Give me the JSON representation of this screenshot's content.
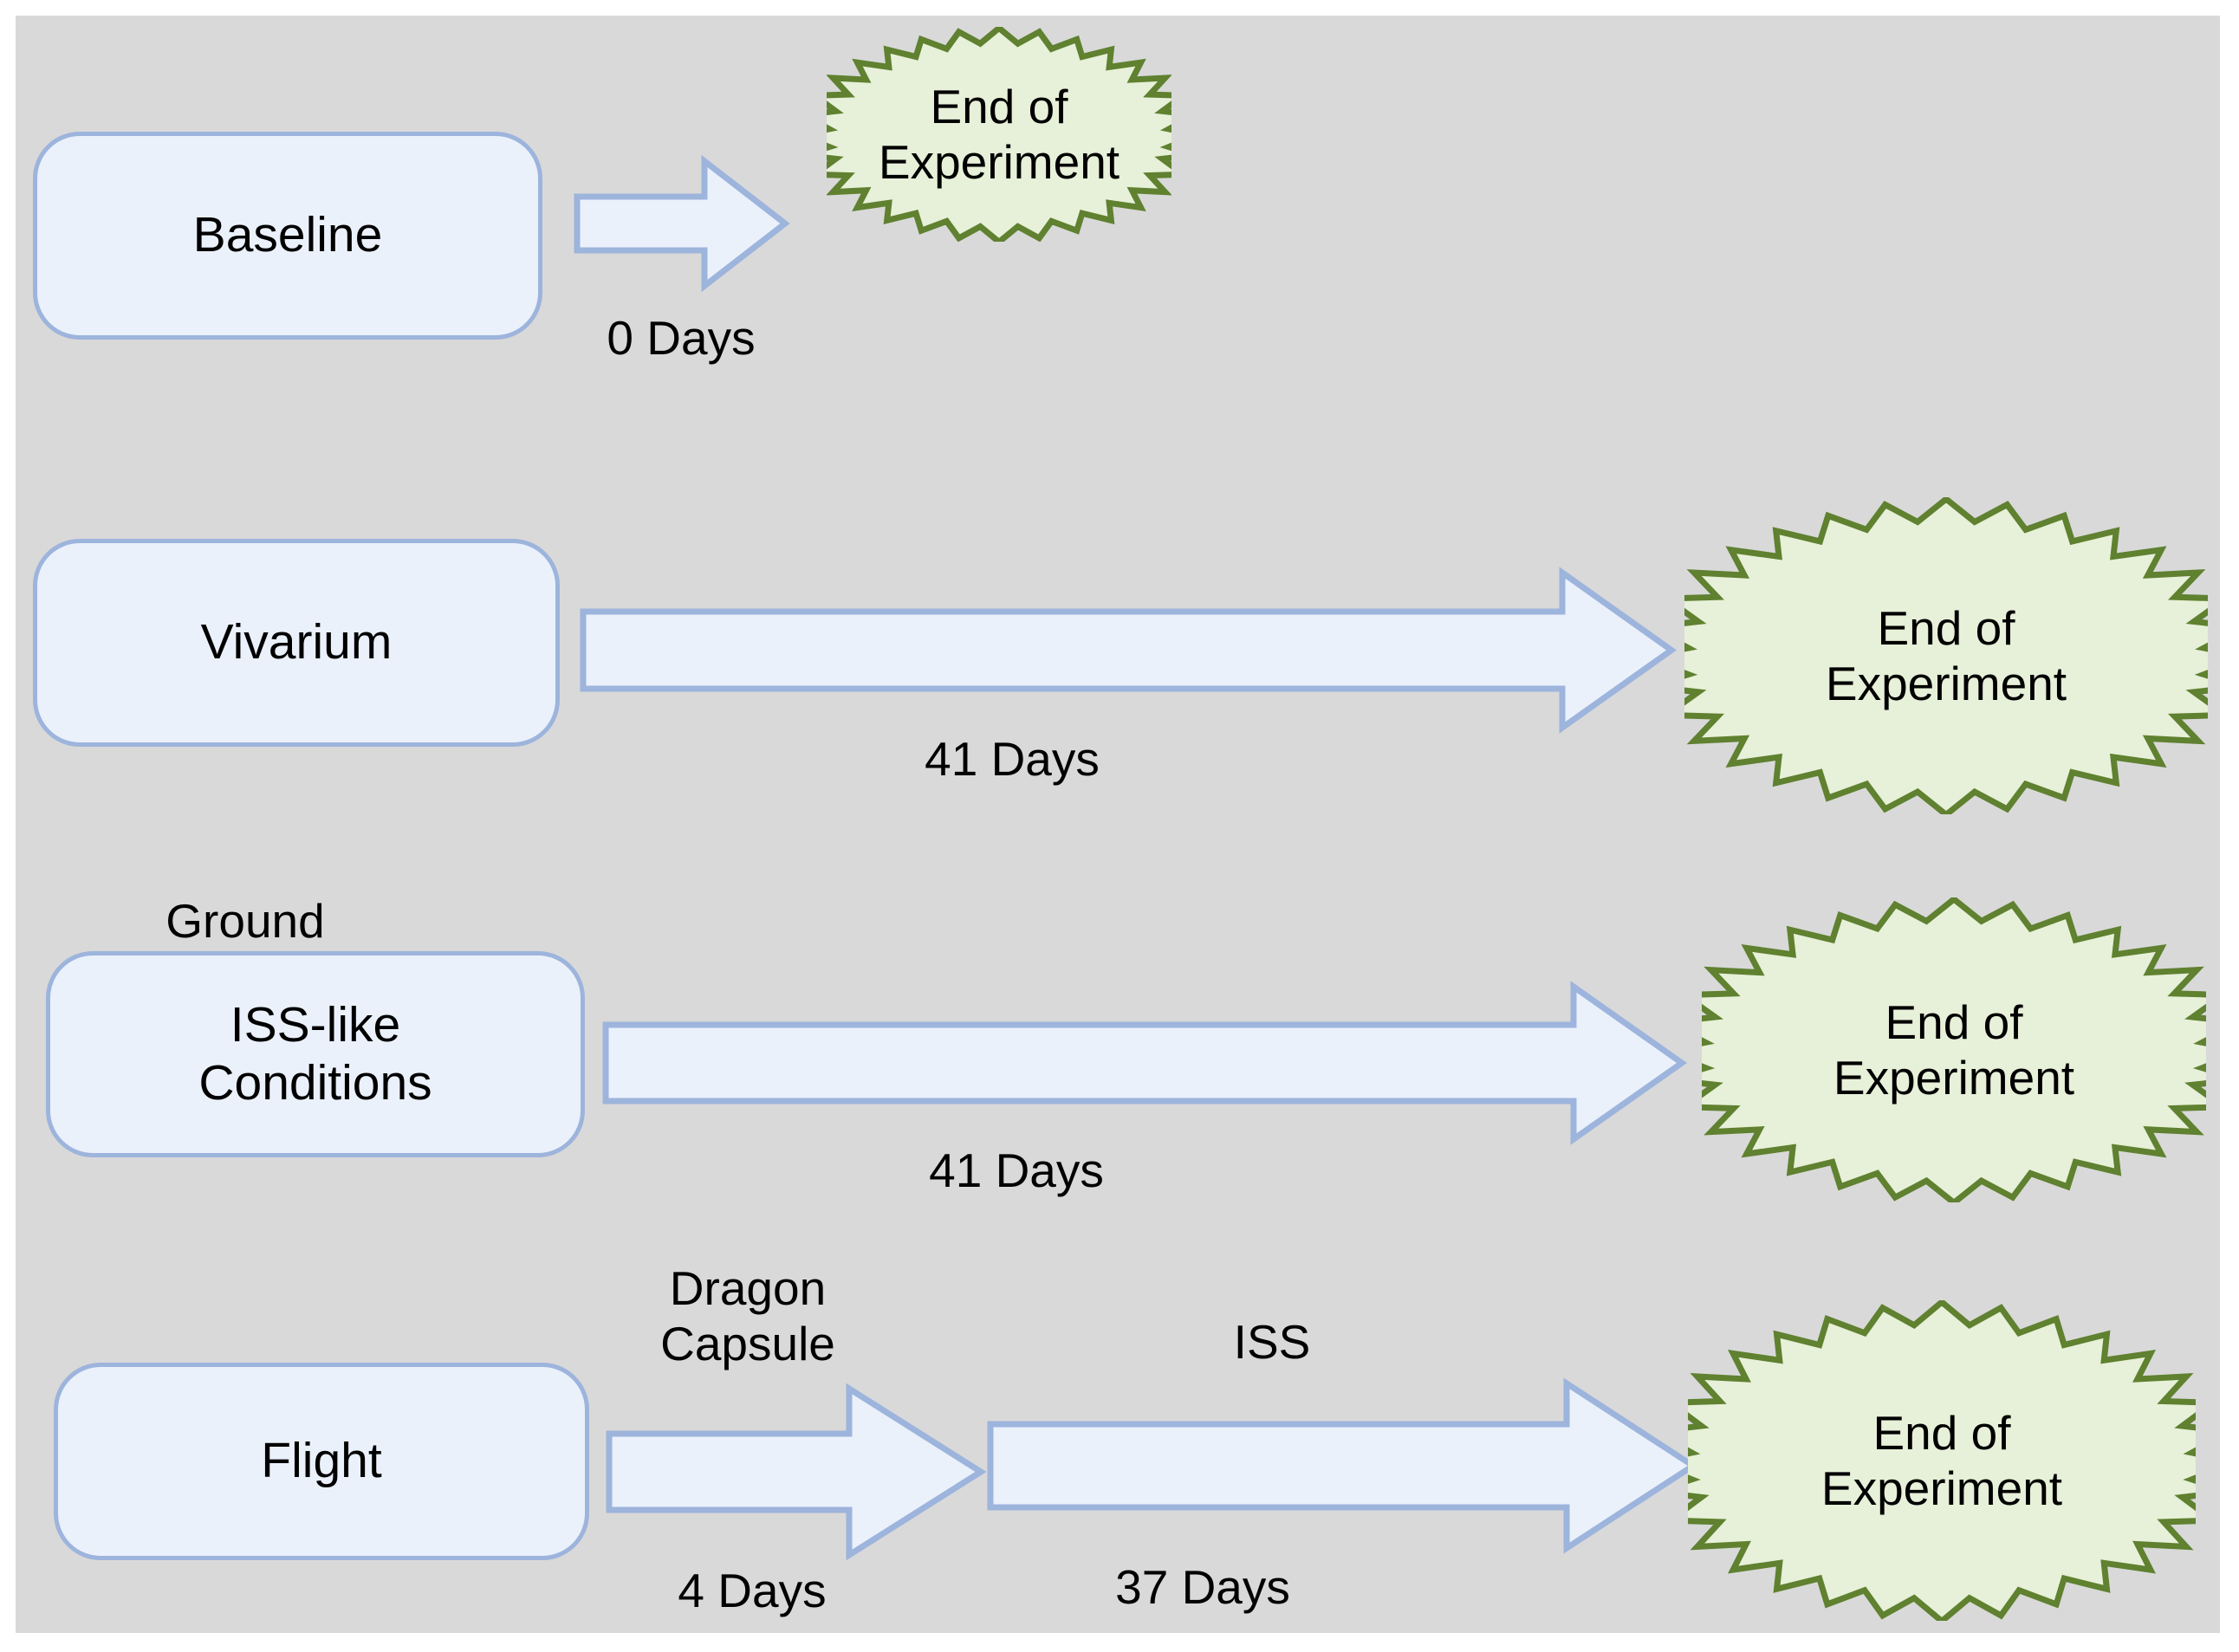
{
  "diagram": {
    "title_shown": false,
    "background_color": "#d9d9d9",
    "page_color": "#ffffff",
    "box_fill": "#eaf1fb",
    "box_stroke": "#9db4dc",
    "arrow_fill": "#eaf1fb",
    "arrow_stroke": "#9db4dc",
    "star_fill": "#e7f0d8",
    "star_stroke": "#5f8130",
    "text_color": "#000000"
  },
  "rows": [
    {
      "id": "baseline",
      "group_label": "",
      "box_label": "Baseline",
      "segments": [
        {
          "top_label": "",
          "duration": "0 Days"
        }
      ],
      "end_label_line1": "End of",
      "end_label_line2": "Experiment"
    },
    {
      "id": "vivarium",
      "group_label": "",
      "box_label": "Vivarium",
      "segments": [
        {
          "top_label": "",
          "duration": "41 Days"
        }
      ],
      "end_label_line1": "End of",
      "end_label_line2": "Experiment"
    },
    {
      "id": "ground-iss-like",
      "group_label": "Ground",
      "box_label": "ISS-like\nConditions",
      "segments": [
        {
          "top_label": "",
          "duration": "41 Days"
        }
      ],
      "end_label_line1": "End of",
      "end_label_line2": "Experiment"
    },
    {
      "id": "flight",
      "group_label": "",
      "box_label": "Flight",
      "segments": [
        {
          "top_label": "Dragon\nCapsule",
          "duration": "4 Days"
        },
        {
          "top_label": "ISS",
          "duration": "37 Days"
        }
      ],
      "end_label_line1": "End of",
      "end_label_line2": "Experiment"
    }
  ]
}
